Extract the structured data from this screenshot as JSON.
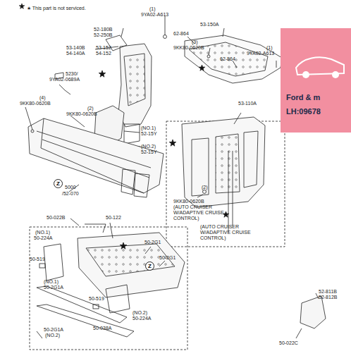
{
  "diagram": {
    "nodes": [
      {
        "text": [
          "Ford & m",
          "LH:09678"
        ]
      },
      {
        "text": [
          "Z"
        ]
      },
      {
        "text": [
          "Z"
        ]
      }
    ],
    "labels": [
      "★ This part is not serviced.",
      "(1)",
      "9YA02-A613",
      "53-150A",
      "62-864",
      "52-180B",
      "52-250B",
      "53-140B",
      "54-140A",
      "53-152",
      "54-152",
      "(3)",
      "9KK80-0620B",
      "62-864",
      "(1)",
      "9YA02-A613",
      "5230/",
      "9YA02-0689A",
      "(4)",
      "9KK80-0620B",
      "(2)",
      "9KK80-0620B",
      "(NO.1)",
      "52-15Y",
      "(NO.2)",
      "52-15Y",
      "53-110A",
      "9KK80-0620B",
      "(AUTO CRUISER W/ADAPTIVE CRUISE CONTROL)",
      "(AUTO CRUISER W/ADAPTIVE CRUISE CONTROL)",
      "(2)",
      "5000",
      "/52-070",
      "50-022B",
      "50-122",
      "(NO.1)",
      "50-224A",
      "50-2G1",
      "50-2G1",
      "50-519",
      "(NO.1)",
      "50-2G1A",
      "50-519",
      "(NO.2)",
      "50-224A",
      "50-038A",
      "50-2G1A",
      "(NO.2)",
      "52-811B",
      "52-812B",
      "50-022C"
    ]
  }
}
